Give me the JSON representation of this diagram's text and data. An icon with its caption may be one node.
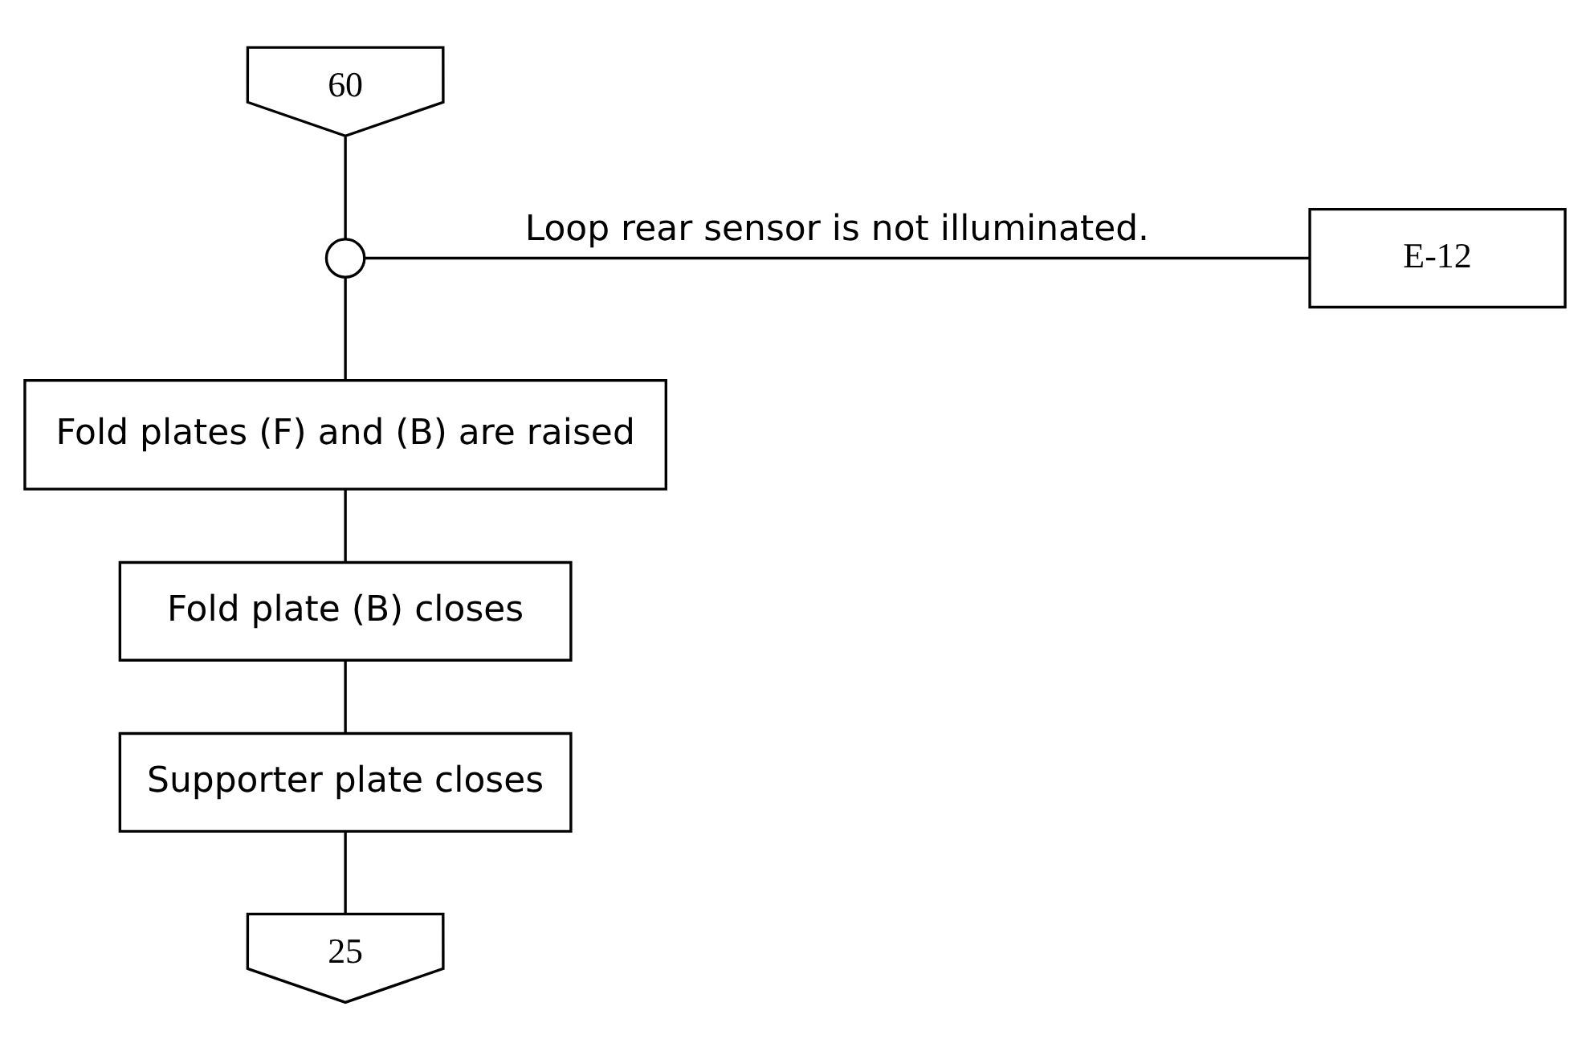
{
  "diagram": {
    "nodes": [
      {
        "text": [
          "60"
        ]
      },
      {
        "text": [],
        "shape": "circle"
      },
      {
        "text": [
          "E-12"
        ]
      },
      {
        "text": [
          "Fold plates (F) and (B) are raised"
        ]
      },
      {
        "text": [
          "Fold plate (B) closes"
        ]
      },
      {
        "text": [
          "Supporter plate closes"
        ]
      },
      {
        "text": [
          "25"
        ]
      }
    ],
    "edges": [
      {
        "from": 0,
        "to": 1,
        "arrow": "none"
      },
      {
        "from": 1,
        "to": 2,
        "arrow": "none",
        "label": "Loop rear sensor is not illuminated."
      },
      {
        "from": 1,
        "to": 3,
        "arrow": "none"
      },
      {
        "from": 3,
        "to": 4,
        "arrow": "none"
      },
      {
        "from": 4,
        "to": 5,
        "arrow": "none"
      },
      {
        "from": 5,
        "to": 6,
        "arrow": "none"
      }
    ]
  }
}
